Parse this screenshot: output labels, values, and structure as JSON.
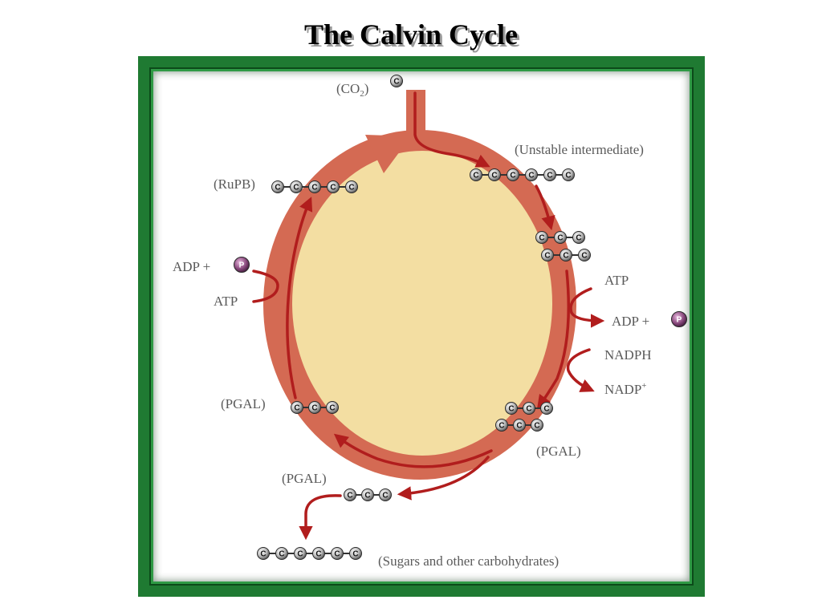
{
  "title": "The Calvin Cycle",
  "labels": {
    "co2_open": "(CO",
    "co2_sub": "2",
    "co2_close": ")",
    "unstable": "(Unstable intermediate)",
    "rupb": "(RuPB)",
    "adp_left": "ADP +",
    "atp_left": "ATP",
    "atp_right": "ATP",
    "adp_right": "ADP +",
    "nadph": "NADPH",
    "nadp": "NADP",
    "nadp_sup": "+",
    "pgal_left": "(PGAL)",
    "pgal_right": "(PGAL)",
    "pgal_bottom": "(PGAL)",
    "sugars": "(Sugars and other carbohydrates)",
    "carbon": "C",
    "phosphate": "P"
  },
  "colors": {
    "frame": "#1f7a32",
    "ring": "#d46a53",
    "interior": "#f3dea2",
    "arrow": "#b11d1d",
    "phosphate": "#7a3a6e"
  }
}
